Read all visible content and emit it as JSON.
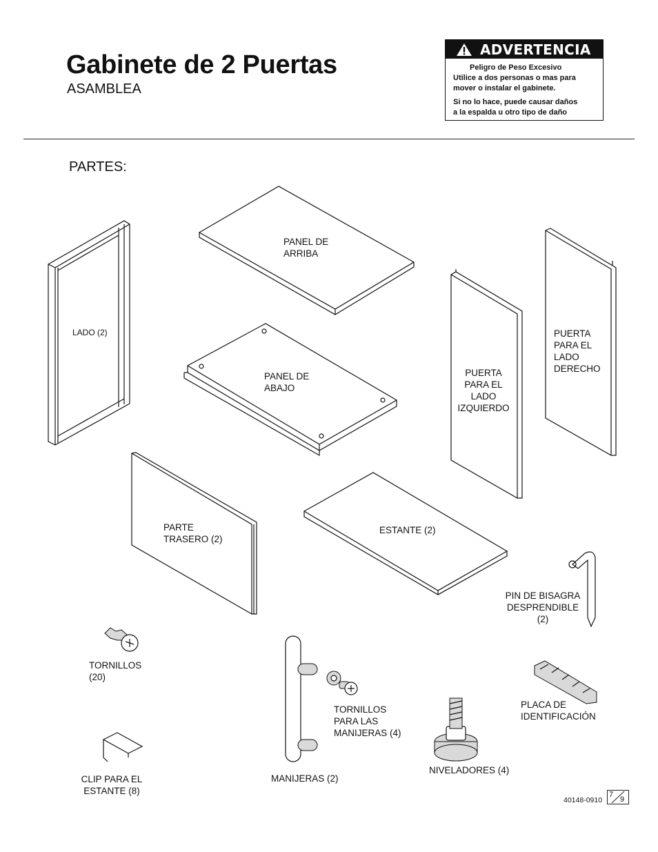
{
  "header": {
    "title": "Gabinete de 2 Puertas",
    "subtitle": "ASAMBLEA"
  },
  "warning": {
    "heading": "ADVERTENCIA",
    "line1": "Peligro de Peso Excesivo",
    "line2": "Utilice a dos personas o mas para",
    "line3": "mover o instalar el gabinete.",
    "line4": "Si no lo hace, puede causar daños",
    "line5": "a la espalda u otro tipo de daño"
  },
  "section_title": "PARTES:",
  "parts": {
    "top_panel": [
      "PANEL DE",
      "ARRIBA"
    ],
    "side": [
      "LADO (2)"
    ],
    "bottom_panel": [
      "PANEL DE",
      "ABAJO"
    ],
    "left_door": [
      "PUERTA",
      "PARA EL",
      "LADO",
      "IZQUIERDO"
    ],
    "right_door": [
      "PUERTA",
      "PARA EL",
      "LADO",
      "DERECHO"
    ],
    "back": [
      "PARTE",
      "TRASERO (2)"
    ],
    "shelf": [
      "ESTANTE (2)"
    ],
    "hinge_pin": [
      "PIN DE BISAGRA",
      "DESPRENDIBLE",
      "(2)"
    ],
    "screws": [
      "TORNILLOS",
      "(20)"
    ],
    "handle_screws": [
      "TORNILLOS",
      "PARA LAS",
      "MANIJERAS (4)"
    ],
    "nameplate": [
      "PLACA DE",
      "IDENTIFICACIÓN"
    ],
    "levelers": [
      "NIVELADORES (4)"
    ],
    "shelf_clip": [
      "CLIP PARA EL",
      "ESTANTE (8)"
    ],
    "handles": [
      "MANIJERAS (2)"
    ]
  },
  "footer": {
    "code": "40148-0910",
    "page": "7",
    "total": "9"
  }
}
